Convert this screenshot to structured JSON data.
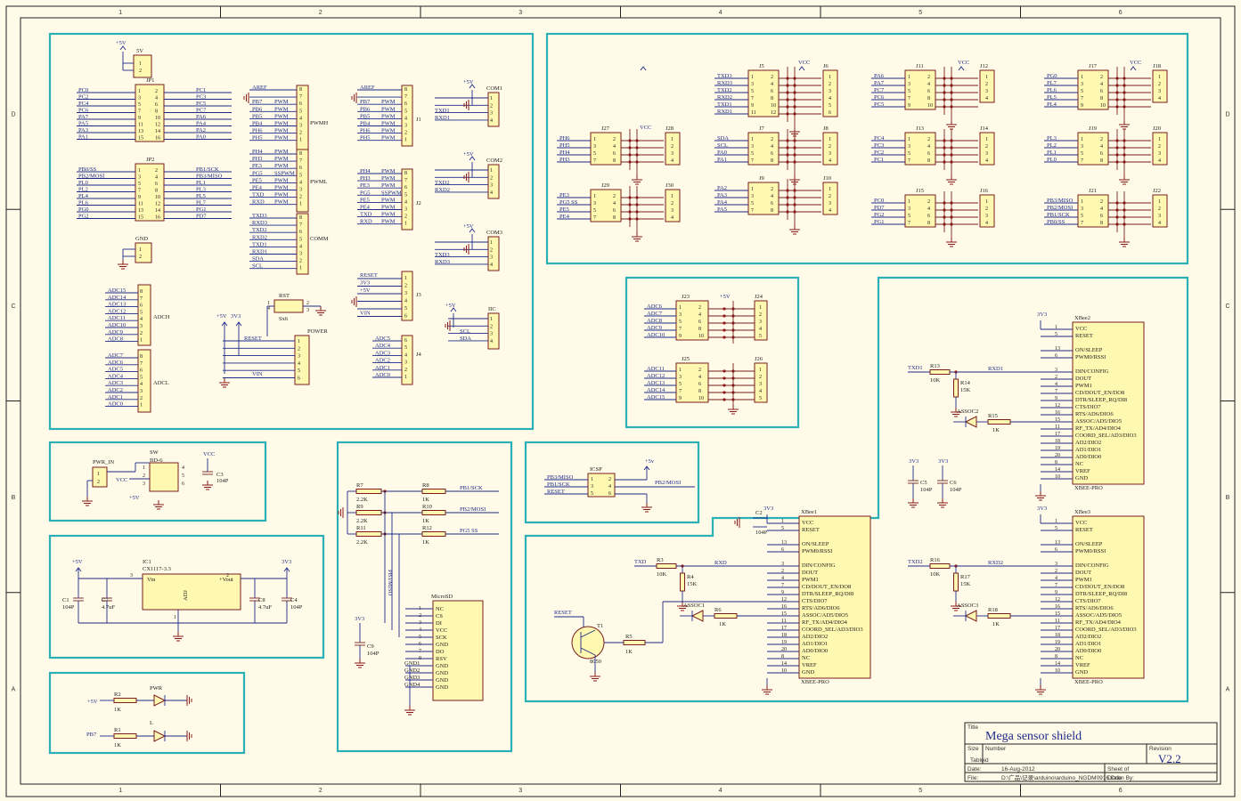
{
  "border": {
    "columns": [
      "1",
      "2",
      "3",
      "4",
      "5",
      "6"
    ],
    "rows": [
      "D",
      "C",
      "B",
      "A"
    ]
  },
  "blocks": {
    "jp1": {
      "designator": "JP1",
      "left": [
        "PC0",
        "PC2",
        "PC4",
        "PC6",
        "PA7",
        "PA5",
        "PA3",
        "PA1"
      ],
      "right": [
        "PC1",
        "PC3",
        "PC5",
        "PC7",
        "PA6",
        "PA4",
        "PA2",
        "PA0"
      ],
      "left_pins": [
        "1",
        "3",
        "5",
        "7",
        "9",
        "11",
        "13",
        "15"
      ],
      "right_pins": [
        "2",
        "4",
        "6",
        "8",
        "10",
        "12",
        "14",
        "16"
      ]
    },
    "jp2": {
      "designator": "JP2",
      "left": [
        "PB0/SS",
        "PB2/MOSI",
        "PL0",
        "PL2",
        "PL4",
        "PL6",
        "PG0",
        "PG2"
      ],
      "right": [
        "PB1/SCK",
        "PB3/MISO",
        "PL1",
        "PL3",
        "PL5",
        "PL7",
        "PG1",
        "PD7"
      ],
      "left_pins": [
        "1",
        "3",
        "5",
        "7",
        "9",
        "11",
        "13",
        "15"
      ],
      "right_pins": [
        "2",
        "4",
        "6",
        "8",
        "10",
        "12",
        "14",
        "16"
      ]
    },
    "fivev": {
      "designator": "5V",
      "net": "+5V",
      "pins": [
        "1",
        "2"
      ]
    },
    "gnd": {
      "designator": "GND",
      "pins": [
        "1",
        "2"
      ]
    },
    "adc": {
      "adch_label": "ADCH",
      "adcl_label": "ADCL",
      "high": [
        "ADC15",
        "ADC14",
        "ADC13",
        "ADC12",
        "ADC11",
        "ADC10",
        "ADC9",
        "ADC8"
      ],
      "low": [
        "ADC7",
        "ADC6",
        "ADC5",
        "ADC4",
        "ADC3",
        "ADC2",
        "ADC1",
        "ADC0"
      ],
      "pins": [
        "8",
        "7",
        "6",
        "5",
        "4",
        "3",
        "2",
        "1"
      ]
    },
    "pwm": {
      "pwmh_label": "PWMH",
      "pwml_label": "PWML",
      "comm_label": "COMM",
      "pwmh": [
        [
          "AREF",
          ""
        ],
        [
          "",
          ""
        ],
        [
          "PB7",
          "PWM"
        ],
        [
          "PB6",
          "PWM"
        ],
        [
          "PB5",
          "PWM"
        ],
        [
          "PB4",
          "PWM"
        ],
        [
          "PH6",
          "PWM"
        ],
        [
          "PH5",
          "PWM"
        ]
      ],
      "pwml": [
        [
          "PH4",
          "PWM"
        ],
        [
          "PH3",
          "PWM"
        ],
        [
          "PE3",
          "PWM"
        ],
        [
          "PG5",
          "SSPWM"
        ],
        [
          "PE5",
          "PWM"
        ],
        [
          "PE4",
          "PWM"
        ],
        [
          "TXD",
          "PWM"
        ],
        [
          "RXD",
          "PWM"
        ]
      ],
      "comm": [
        "TXD3",
        "RXD3",
        "TXD2",
        "RXD2",
        "TXD1",
        "RXD1",
        "SDA",
        "SCL"
      ],
      "pins": [
        "8",
        "7",
        "6",
        "5",
        "4",
        "3",
        "2",
        "1"
      ]
    },
    "j1": {
      "designator": "J1",
      "rows": [
        [
          "AREF",
          ""
        ],
        [
          "",
          ""
        ],
        [
          "PB7",
          "PWM"
        ],
        [
          "PB6",
          "PWM"
        ],
        [
          "PB5",
          "PWM"
        ],
        [
          "PB4",
          "PWM"
        ],
        [
          "PH6",
          "PWM"
        ],
        [
          "PH5",
          "PWM"
        ]
      ],
      "pins": [
        "8",
        "7",
        "6",
        "5",
        "4",
        "3",
        "2",
        "1"
      ]
    },
    "j2": {
      "designator": "J2",
      "rows": [
        [
          "PH4",
          "PWM"
        ],
        [
          "PH3",
          "PWM"
        ],
        [
          "PE3",
          "PWM"
        ],
        [
          "PG5",
          "SSPWM"
        ],
        [
          "PE5",
          "PWM"
        ],
        [
          "PE4",
          "PWM"
        ],
        [
          "TXD",
          "PWM"
        ],
        [
          "RXD",
          "PWM"
        ]
      ],
      "pins": [
        "8",
        "7",
        "6",
        "5",
        "4",
        "3",
        "2",
        "1"
      ]
    },
    "j3": {
      "designator": "J3",
      "nets": [
        "RESET",
        "3V3",
        "+5V",
        "",
        "",
        "VIN"
      ],
      "pins": [
        "1",
        "2",
        "3",
        "4",
        "5",
        "6"
      ]
    },
    "j4": {
      "designator": "J4",
      "nets": [
        "ADC5",
        "ADC4",
        "ADC3",
        "ADC2",
        "ADC1",
        "ADC0"
      ],
      "pins": [
        "6",
        "5",
        "4",
        "3",
        "2",
        "1"
      ]
    },
    "com1": {
      "designator": "COM1",
      "power": "+5V",
      "nets": [
        "TXD1",
        "RXD1"
      ],
      "pins": [
        "1",
        "2",
        "3",
        "4"
      ]
    },
    "com2": {
      "designator": "COM2",
      "power": "+5V",
      "nets": [
        "TXD2",
        "RXD2"
      ],
      "pins": [
        "1",
        "2",
        "3",
        "4"
      ]
    },
    "com3": {
      "designator": "COM3",
      "power": "+5V",
      "nets": [
        "TXD3",
        "RXD3"
      ],
      "pins": [
        "1",
        "2",
        "3",
        "4"
      ]
    },
    "iic": {
      "designator": "IIC",
      "power": "+5V",
      "nets": [
        "SCL",
        "SDA"
      ],
      "pins": [
        "1",
        "2",
        "3",
        "4"
      ]
    },
    "rst": {
      "designator": "RST",
      "part": "Sx6",
      "pins": [
        "1",
        "2",
        "3",
        "4"
      ]
    },
    "power": {
      "designator": "POWER",
      "nets": [
        "+5V",
        "3V3",
        "RESET",
        "VIN"
      ],
      "pins": [
        "1",
        "2",
        "3",
        "4",
        "5",
        "6"
      ]
    },
    "sensor_grid": {
      "vcc": "VCC",
      "groups": [
        {
          "hdr": "J5",
          "side": "J6",
          "pins_side": [
            "1",
            "2",
            "3",
            "4",
            "5",
            "6"
          ],
          "nets": [
            "TXD3",
            "RXD3",
            "TXD2",
            "RXD2",
            "TXD1",
            "RXD1"
          ],
          "left_pins": [
            "1",
            "3",
            "5",
            "7",
            "9",
            "11"
          ],
          "right_pins": [
            "2",
            "4",
            "6",
            "8",
            "10",
            "12"
          ]
        },
        {
          "hdr": "J7",
          "side": "J8",
          "pins_side": [
            "1",
            "2",
            "3",
            "4"
          ],
          "nets": [
            "SDA",
            "SCL",
            "PA0",
            "PA1"
          ],
          "left_pins": [
            "1",
            "3",
            "5",
            "7"
          ],
          "right_pins": [
            "2",
            "4",
            "6",
            "8"
          ]
        },
        {
          "hdr": "J9",
          "side": "J10",
          "pins_side": [
            "1",
            "2",
            "3",
            "4"
          ],
          "nets": [
            "PA2",
            "PA3",
            "PA4",
            "PA5"
          ],
          "left_pins": [
            "1",
            "3",
            "5",
            "7"
          ],
          "right_pins": [
            "2",
            "4",
            "6",
            "8"
          ]
        },
        {
          "hdr": "J11",
          "side": "J12",
          "pins_side": [
            "1",
            "2",
            "3",
            "4"
          ],
          "nets": [
            "PA6",
            "PA7",
            "PC7",
            "PC6",
            "PC5"
          ],
          "left_pins": [
            "1",
            "3",
            "5",
            "7",
            "9"
          ],
          "right_pins": [
            "2",
            "4",
            "6",
            "8",
            "10"
          ]
        },
        {
          "hdr": "J13",
          "side": "J14",
          "pins_side": [
            "1",
            "2",
            "3",
            "4"
          ],
          "nets": [
            "PC4",
            "PC3",
            "PC2",
            "PC1"
          ],
          "left_pins": [
            "1",
            "3",
            "5",
            "7"
          ],
          "right_pins": [
            "2",
            "4",
            "6",
            "8"
          ]
        },
        {
          "hdr": "J15",
          "side": "J16",
          "pins_side": [
            "1",
            "2",
            "3",
            "4"
          ],
          "nets": [
            "PC0",
            "PD7",
            "PG2",
            "PG1"
          ],
          "left_pins": [
            "1",
            "3",
            "5",
            "7"
          ],
          "right_pins": [
            "2",
            "4",
            "6",
            "8"
          ]
        },
        {
          "hdr": "J17",
          "side": "J18",
          "pins_side": [
            "1",
            "2",
            "3",
            "4"
          ],
          "nets": [
            "PG0",
            "PL7",
            "PL6",
            "PL5",
            "PL4"
          ],
          "left_pins": [
            "1",
            "3",
            "5",
            "7",
            "9"
          ],
          "right_pins": [
            "2",
            "4",
            "6",
            "8",
            "10"
          ]
        },
        {
          "hdr": "J19",
          "side": "J20",
          "pins_side": [
            "1",
            "2",
            "3",
            "4"
          ],
          "nets": [
            "PL3",
            "PL2",
            "PL1",
            "PL0"
          ],
          "left_pins": [
            "1",
            "3",
            "5",
            "7"
          ],
          "right_pins": [
            "2",
            "4",
            "6",
            "8"
          ]
        },
        {
          "hdr": "J21",
          "side": "J22",
          "pins_side": [
            "1",
            "2",
            "3",
            "4"
          ],
          "nets": [
            "PB3/MISO",
            "PB2/MOSI",
            "PB1/SCK",
            "PB0/SS"
          ],
          "left_pins": [
            "1",
            "3",
            "5",
            "7"
          ],
          "right_pins": [
            "2",
            "4",
            "6",
            "8"
          ]
        },
        {
          "hdr": "J27",
          "side": "J28",
          "pins_side": [
            "1",
            "2",
            "3",
            "4"
          ],
          "nets": [
            "PH6",
            "PH5",
            "PH4",
            "PH3"
          ],
          "left_pins": [
            "1",
            "3",
            "5",
            "7"
          ],
          "right_pins": [
            "2",
            "4",
            "6",
            "8"
          ]
        },
        {
          "hdr": "J29",
          "side": "J30",
          "pins_side": [
            "1",
            "2",
            "3",
            "4"
          ],
          "nets": [
            "PE3",
            "PG5  SS",
            "PE5",
            "PE4"
          ],
          "left_pins": [
            "1",
            "3",
            "5",
            "7"
          ],
          "right_pins": [
            "2",
            "4",
            "6",
            "8"
          ]
        }
      ]
    },
    "adc_grid": {
      "power": "+5V",
      "groups": [
        {
          "hdr": "J23",
          "side": "J24",
          "nets": [
            "ADC6",
            "ADC7",
            "ADC8",
            "ADC9",
            "ADC10"
          ],
          "left_pins": [
            "1",
            "3",
            "5",
            "7",
            "9"
          ],
          "right_pins": [
            "2",
            "4",
            "6",
            "8",
            "10"
          ],
          "pins_side": [
            "1",
            "2",
            "3",
            "4",
            "5"
          ]
        },
        {
          "hdr": "J25",
          "side": "J26",
          "nets": [
            "ADC11",
            "ADC12",
            "ADC13",
            "ADC14",
            "ADC15"
          ],
          "left_pins": [
            "1",
            "3",
            "5",
            "7",
            "9"
          ],
          "right_pins": [
            "2",
            "4",
            "6",
            "8",
            "10"
          ],
          "pins_side": [
            "1",
            "2",
            "3",
            "4",
            "5"
          ]
        }
      ]
    },
    "sw": {
      "pwr_in": "PWR_IN",
      "sw": "SW",
      "part": "BD-6",
      "vcc": "VCC",
      "p5v": "+5V",
      "c3": "C3",
      "c3v": "104P",
      "pins": [
        "1",
        "2",
        "3",
        "4",
        "5",
        "6"
      ],
      "pwr_pins": [
        "1",
        "2"
      ]
    },
    "ic1": {
      "designator": "IC1",
      "part": "CX1117-3.3",
      "vin": "Vin",
      "vout": "+Vout",
      "adj": "ADJ",
      "pin_in": "3",
      "pin_out": "2",
      "pin_adj": "1",
      "p5v": "+5V",
      "v33": "3V3",
      "caps": [
        [
          "C1",
          "104P"
        ],
        [
          "C7",
          "4.7uF"
        ],
        [
          "C8",
          "4.7uF"
        ],
        [
          "C4",
          "104P"
        ]
      ]
    },
    "leds": {
      "pwr_label": "PWR",
      "l_label": "L",
      "r2": "R2",
      "r2v": "1K",
      "r1": "R1",
      "r1v": "1K",
      "net_pwr": "+5V",
      "net_l": "PB7"
    },
    "microsd": {
      "designator": "MicroSD",
      "pins": [
        "NC",
        "CS",
        "DI",
        "VCC",
        "SCK",
        "GND",
        "DO",
        "RSV",
        "GND",
        "GND",
        "GND",
        "GND"
      ],
      "pin_nums": [
        "1",
        "2",
        "3",
        "4",
        "5",
        "6",
        "7",
        "8"
      ],
      "gnd_labels": [
        "GND1",
        "GND2",
        "GND3",
        "GND4"
      ],
      "resistors": [
        [
          "R7",
          "2.2K",
          "R8",
          "1K",
          "PB1/SCK"
        ],
        [
          "R9",
          "2.2K",
          "R10",
          "1K",
          "PB2/MOSI"
        ],
        [
          "R11",
          "2.2K",
          "R12",
          "1K",
          "PG5  SS"
        ]
      ],
      "miso": "PB3/MISO",
      "v33": "3V3",
      "c9": "C9",
      "c9v": "104P"
    },
    "icsp": {
      "designator": "ICSP",
      "p5v": "+5v",
      "left": [
        "PB3/MISO",
        "PB1/SCK",
        "RESET"
      ],
      "right_net": "PB2/MOSI",
      "left_pins": [
        "1",
        "3",
        "5"
      ],
      "right_pins": [
        "2",
        "4",
        "6"
      ]
    },
    "xbee": {
      "pins": [
        "VCC",
        "RESET",
        "",
        "ON/SLEEP",
        "PWM0/RSSI",
        "",
        "DIN/CONFIG",
        "DOUT",
        "PWM1",
        "CD/DOUT_EN/DO8",
        "DTR/SLEEP_RQ/DI8",
        "CTS/DIO7",
        "RTS/AD6/DIO6",
        "ASSOC/AD5/DIO5",
        "RF_TX/AD4/DIO4",
        "COORD_SEL/AD3/DIO3",
        "AD2/DIO2",
        "AD1/DIO1",
        "AD0/DIO0",
        "NC",
        "VREF",
        "GND"
      ],
      "nums": [
        "1",
        "5",
        "",
        "13",
        "6",
        "",
        "3",
        "2",
        "4",
        "7",
        "9",
        "12",
        "16",
        "15",
        "11",
        "17",
        "18",
        "19",
        "20",
        "8",
        "14",
        "10"
      ],
      "part": "XBEE-PRO",
      "v33": "3V3",
      "units": [
        {
          "designator": "XBee1",
          "cap": "C2",
          "capv": "104P",
          "tx": "TXD",
          "rx": "RXD",
          "r_a": "R3",
          "r_av": "10K",
          "r_b": "R4",
          "r_bv": "15K",
          "led": "ASSOC1",
          "r_led": "R6",
          "r_ledv": "1K",
          "reset": "RESET",
          "t": "T1",
          "tpart": "8050",
          "r5": "R5",
          "r5v": "1K"
        },
        {
          "designator": "XBee2",
          "tx": "TXD1",
          "rx": "RXD1",
          "r_a": "R13",
          "r_av": "10K",
          "r_b": "R14",
          "r_bv": "15K",
          "led": "ASSOC2",
          "r_led": "R15",
          "r_ledv": "1K"
        },
        {
          "designator": "XBee3",
          "tx": "TXD2",
          "rx": "RXD2",
          "r_a": "R16",
          "r_av": "10K",
          "r_b": "R17",
          "r_bv": "15K",
          "led": "ASSOC3",
          "r_led": "R18",
          "r_ledv": "1K"
        }
      ],
      "c5": "C5",
      "c5v": "104P",
      "c6": "C6",
      "c6v": "104P"
    }
  },
  "title_block": {
    "title_label": "Title",
    "title": "Mega sensor shield",
    "size_label": "Size",
    "size": "Tabloid",
    "number_label": "Number",
    "revision_label": "Revision",
    "revision": "V2.2",
    "date_label": "Date:",
    "date": "16-Aug-2012",
    "file_label": "File:",
    "file": "D:\\广品\\记录\\arduino\\arduino_NGDM0916.Ddb",
    "sheet_label": "Sheet    of",
    "drawn_label": "Drawn By:"
  }
}
